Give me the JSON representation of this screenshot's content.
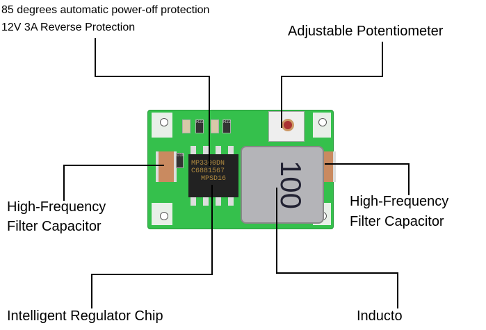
{
  "annotations": {
    "top_line1": "85 degrees automatic power-off protection",
    "top_line2": "12V 3A Reverse Protection",
    "potentiometer": "Adjustable Potentiometer",
    "left_cap_1": "High-Frequency",
    "left_cap_2": "Filter Capacitor",
    "right_cap_1": "High-Frequency",
    "right_cap_2": "Filter Capacitor",
    "chip": "Intelligent Regulator Chip",
    "inductor": "Inducto"
  },
  "board": {
    "chip_marking": [
      "MP3300DN",
      "C6881567",
      "MPSD16"
    ],
    "inductor_marking": "100",
    "resistor_markings": [
      "R22",
      "R22"
    ],
    "diode_marking": "D10"
  }
}
